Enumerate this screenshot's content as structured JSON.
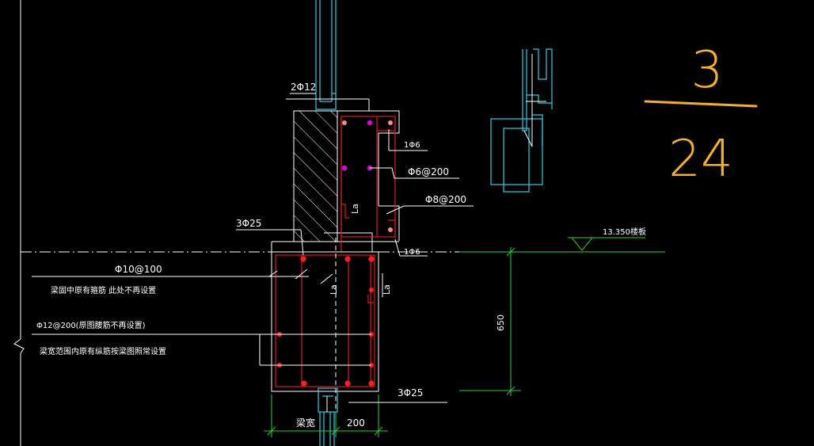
{
  "colors": {
    "background": "#000000",
    "white": "#ffffff",
    "red": "#e01818",
    "cyan": "#22d3e6",
    "green": "#2bd02b",
    "magenta": "#e000e0",
    "orange": "#f7b21a"
  },
  "labels": {
    "top_bar": "2Φ12",
    "stirrup_top": "1Φ6",
    "stirrup_mid": "Φ6@200",
    "stirrup_lower": "Φ8@200",
    "stirrup_bottom": "1Φ6",
    "beam_top_bars": "3Φ25",
    "beam_bottom_bars": "3Φ25",
    "beam_stirrup": "Φ10@100",
    "note_existing_stirrup": "梁固中原有箍筋 此处不再设置",
    "side_bars": "Φ12@200(原图腰筋不再设置)",
    "note_side_bars": "梁宽范围内原有纵筋按梁图照常设置",
    "elevation": "13.350楼板",
    "dim_height": "650",
    "dim_beam_width": "梁宽",
    "dim_width": "200",
    "anchor_la_1": "La",
    "anchor_la_2": "La",
    "anchor_la_3": "La"
  },
  "handwriting": {
    "numerator": "3",
    "denominator": "24"
  }
}
